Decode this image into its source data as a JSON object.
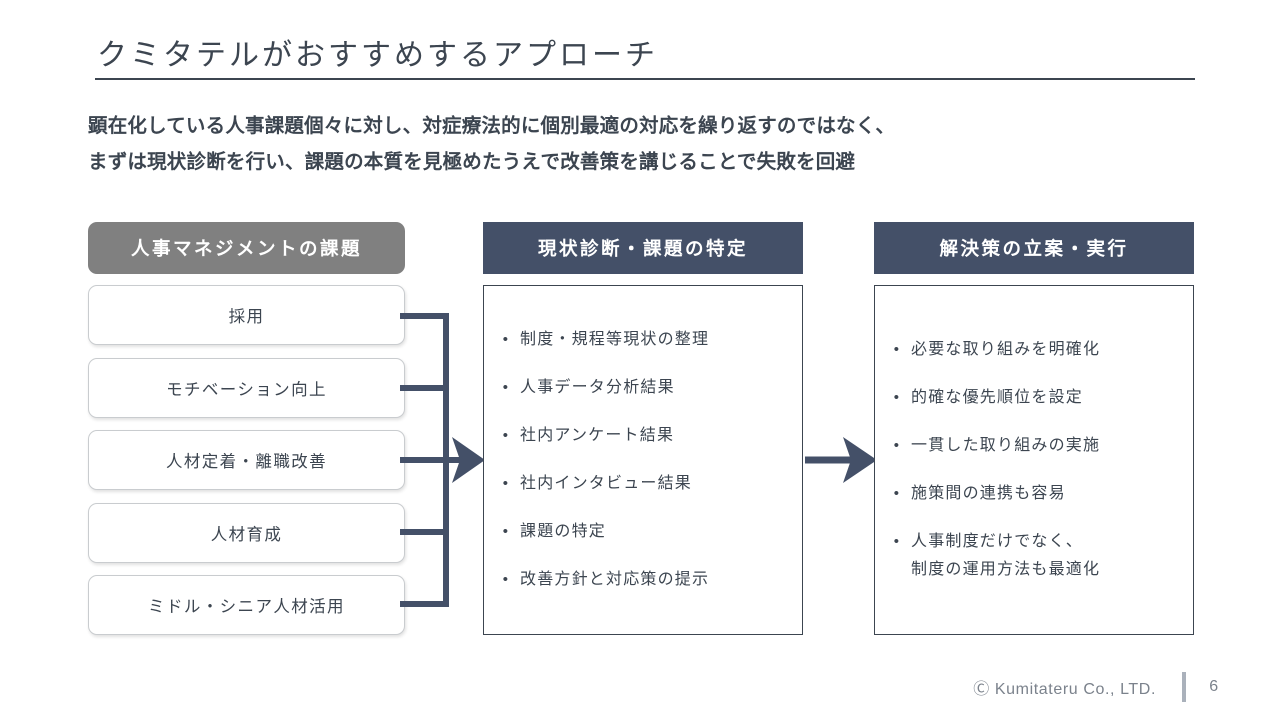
{
  "slide": {
    "title": "クミタテルがおすすめするアプローチ",
    "lead_line1": "顕在化している人事課題個々に対し、対症療法的に個別最適の対応を繰り返すのではなく、",
    "lead_line2": "まずは現状診断を行い、課題の本質を見極めたうえで改善策を講じることで失敗を回避"
  },
  "columns": {
    "left": {
      "header": "人事マネジメントの課題",
      "header_color": "#808080",
      "items": [
        {
          "label": "採用"
        },
        {
          "label": "モチベーション向上"
        },
        {
          "label": "人材定着・離職改善"
        },
        {
          "label": "人材育成"
        },
        {
          "label": "ミドル・シニア人材活用"
        }
      ]
    },
    "middle": {
      "header": "現状診断・課題の特定",
      "header_color": "#445068",
      "bullets": [
        {
          "marker": "•",
          "text": "制度・規程等現状の整理"
        },
        {
          "marker": "•",
          "text": "人事データ分析結果"
        },
        {
          "marker": "•",
          "text": "社内アンケート結果"
        },
        {
          "marker": "•",
          "text": "社内インタビュー結果"
        },
        {
          "marker": "•",
          "text": "課題の特定"
        },
        {
          "marker": "•",
          "text": "改善方針と対応策の提示"
        }
      ]
    },
    "right": {
      "header": "解決策の立案・実行",
      "header_color": "#445068",
      "bullets": [
        {
          "marker": "•",
          "text": "必要な取り組みを明確化"
        },
        {
          "marker": "•",
          "text": "的確な優先順位を設定"
        },
        {
          "marker": "•",
          "text": "一貫した取り組みの実施"
        },
        {
          "marker": "•",
          "text": "施策間の連携も容易"
        },
        {
          "marker": "•",
          "text": "人事制度だけでなく、\n制度の運用方法も最適化"
        }
      ]
    }
  },
  "connectors": {
    "left_to_middle": "comb-arrow-right",
    "middle_to_right": "arrow-right",
    "color": "#445068"
  },
  "footer": {
    "copyright": "Ⓒ Kumitateru Co., LTD.",
    "page_number": "6"
  }
}
